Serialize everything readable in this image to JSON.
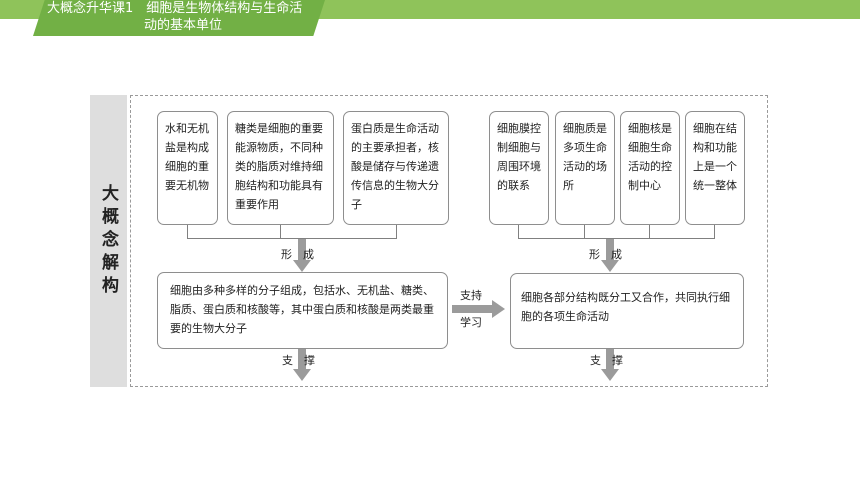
{
  "header": {
    "title_line1": "大概念升华课1　细胞是生物体结构与生命活",
    "title_line2": "动的基本单位"
  },
  "side_label": "大概念解构",
  "left": {
    "boxes": [
      "水和无机盐是构成细胞的重要无机物",
      "糖类是细胞的重要能源物质，不同种类的脂质对维持细胞结构和功能具有重要作用",
      "蛋白质是生命活动的主要承担者，核酸是储存与传递遗传信息的生物大分子"
    ],
    "form_label": "形　成",
    "result": "细胞由多种多样的分子组成，包括水、无机盐、糖类、脂质、蛋白质和核酸等，其中蛋白质和核酸是两类最重要的生物大分子",
    "support_label": "支　撑"
  },
  "middle": {
    "arrow_label_top": "支持",
    "arrow_label_bottom": "学习"
  },
  "right": {
    "boxes": [
      "细胞膜控制细胞与周围环境的联系",
      "细胞质是多项生命活动的场所",
      "细胞核是细胞生命活动的控制中心",
      "细胞在结构和功能上是一个统一整体"
    ],
    "form_label": "形　成",
    "result": "细胞各部分结构既分工又合作，共同执行细胞的各项生命活动",
    "support_label": "支　撑"
  },
  "colors": {
    "header_bar": "#8fc35a",
    "header_tab": "#72b045",
    "arrow": "#9b9b9b",
    "side_panel": "#dedede"
  }
}
